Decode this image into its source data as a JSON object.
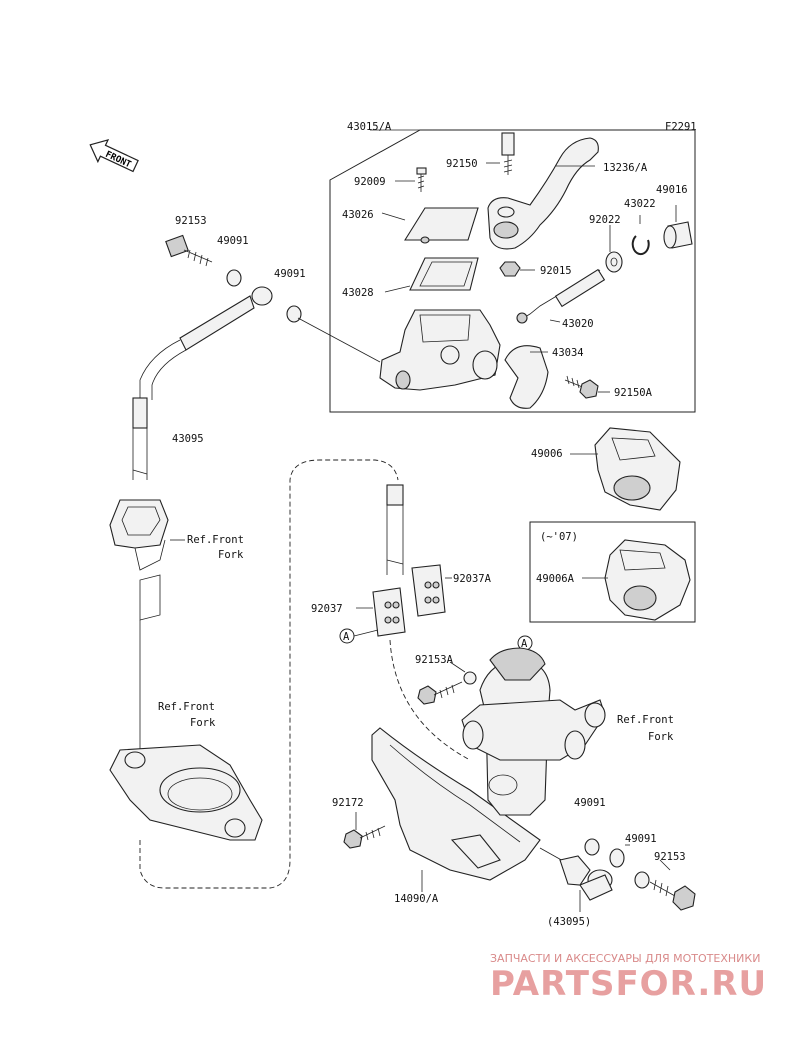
{
  "diagram_code": "F2291",
  "front_label": "FRONT",
  "labels": {
    "p43015A": "43015/A",
    "p92150": "92150",
    "p92009": "92009",
    "p13236A": "13236/A",
    "p43022": "43022",
    "p49016": "49016",
    "p92022": "92022",
    "p43026": "43026",
    "p92015": "92015",
    "p43028": "43028",
    "p43020": "43020",
    "p43034": "43034",
    "p92150A": "92150A",
    "p92153_top": "92153",
    "p49091_top1": "49091",
    "p49091_top2": "49091",
    "p43095": "43095",
    "p49006": "49006",
    "p49006A": "49006A",
    "note_07": "(~'07)",
    "ref_front_1a": "Ref.Front",
    "ref_front_1b": "Fork",
    "ref_front_2a": "Ref.Front",
    "ref_front_2b": "Fork",
    "ref_front_3a": "Ref.Front",
    "ref_front_3b": "Fork",
    "p92037A": "92037A",
    "p92037": "92037",
    "mark_a1": "A",
    "mark_a2": "A",
    "p92153A": "92153A",
    "p49091_mid": "49091",
    "p92172": "92172",
    "p14090A": "14090/A",
    "p49091_bot": "49091",
    "p92153_bot": "92153",
    "p43095_paren": "(43095)"
  },
  "watermark": {
    "line1": "ЗАПЧАСТИ И АКСЕССУАРЫ ДЛЯ МОТОТЕХНИКИ",
    "line2": "PARTSFOR.RU"
  }
}
